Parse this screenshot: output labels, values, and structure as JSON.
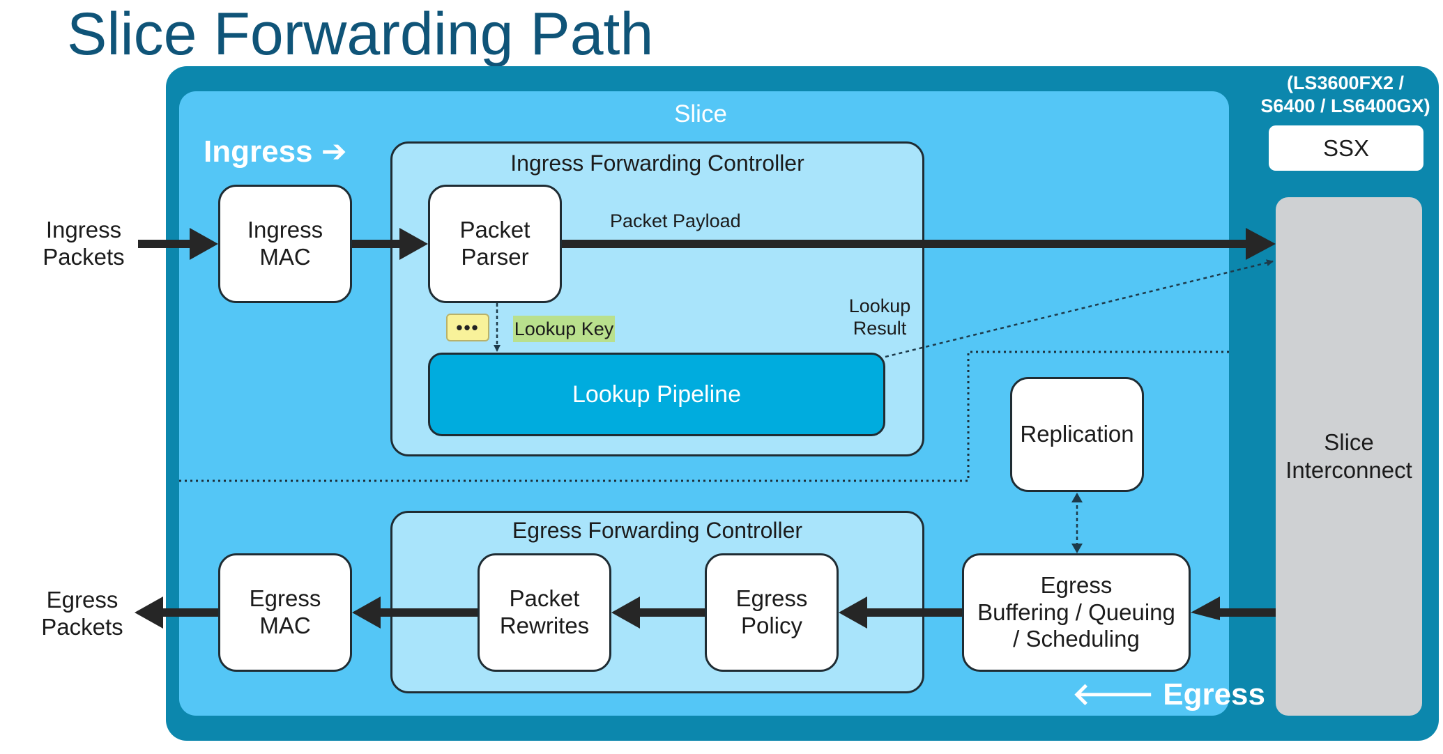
{
  "title": "Slice Forwarding Path",
  "platform_note": "(LS3600FX2 /\nS6400 / LS6400GX)",
  "ssx_label": "SSX",
  "slice_label": "Slice",
  "ingress_section": "Ingress ➔",
  "egress_section": "🡐 Egress",
  "ingress_packets": "Ingress\nPackets",
  "egress_packets": "Egress\nPackets",
  "ingress_mac": "Ingress\nMAC",
  "egress_mac": "Egress\nMAC",
  "ingress_controller": {
    "title": "Ingress Forwarding Controller",
    "packet_parser": "Packet\nParser",
    "lookup_pipeline": "Lookup Pipeline",
    "lookup_key": "Lookup Key",
    "lookup_result": "Lookup\nResult",
    "packet_payload": "Packet Payload"
  },
  "egress_controller": {
    "title": "Egress Forwarding Controller",
    "packet_rewrites": "Packet\nRewrites",
    "egress_policy": "Egress\nPolicy"
  },
  "replication": "Replication",
  "egress_buffering": "Egress\nBuffering / Queuing\n/ Scheduling",
  "slice_interconnect": "Slice\nInterconnect",
  "comment_icon": "•••",
  "colors": {
    "title": "#0f5478",
    "outer_frame": "#0c87ad",
    "slice_bg": "#54c6f6",
    "controller_bg": "#a9e4fb",
    "pipeline_bg": "#00acde",
    "interconnect_bg": "#cfd1d3",
    "arrow": "#262626",
    "lookup_key_highlight": "#b9e08d"
  }
}
